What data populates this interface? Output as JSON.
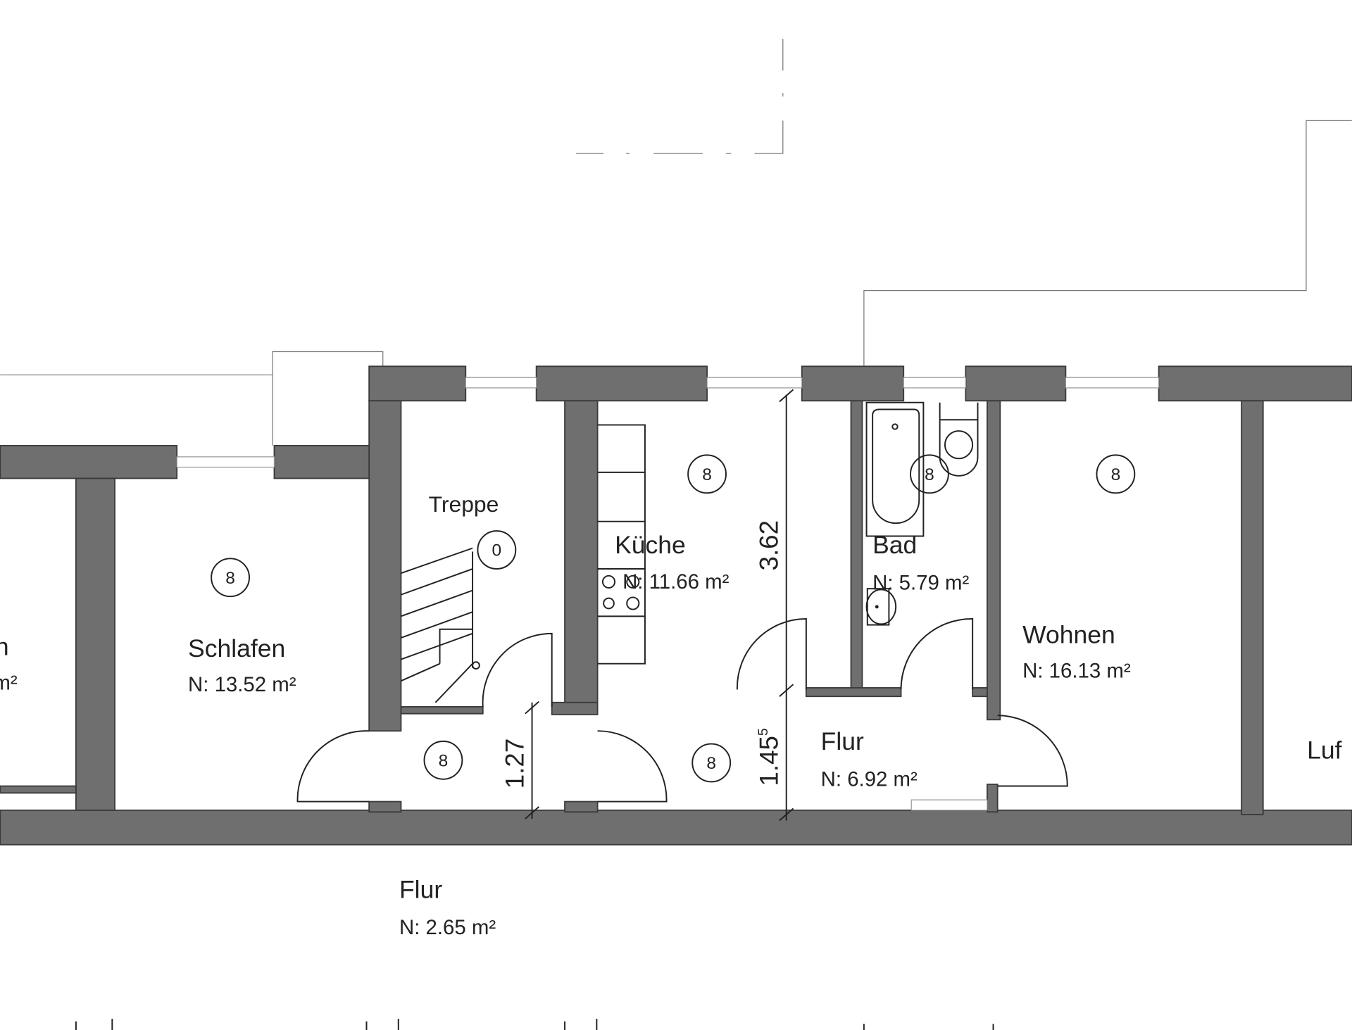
{
  "rooms": {
    "left_partial": {
      "name": "n",
      "area": "m²"
    },
    "schlafen": {
      "name": "Schlafen",
      "area": "N: 13.52  m²",
      "tag": "8"
    },
    "treppe": {
      "name": "Treppe",
      "tag": "0"
    },
    "flur_small": {
      "tag": "8"
    },
    "kueche": {
      "name": "Küche",
      "area": "N: 11.66  m²",
      "tag": "8"
    },
    "bad": {
      "name": "Bad",
      "area": "N: 5.79  m²",
      "tag": "8"
    },
    "wohnen": {
      "name": "Wohnen",
      "area": "N: 16.13  m²",
      "tag": "8"
    },
    "flur": {
      "name": "Flur",
      "area": "N: 6.92  m²",
      "tag": "8"
    },
    "flur_outside": {
      "name": "Flur",
      "area": "N: 2.65  m²"
    },
    "luft_partial": {
      "name": "Luf"
    }
  },
  "dimensions": {
    "kueche_depth": "3.62",
    "flur_depth": "1.45",
    "flur_depth_sup": "5",
    "treppe_flur_depth": "1.27"
  },
  "colors": {
    "wall": "#6f6f6f",
    "line": "#222222"
  }
}
